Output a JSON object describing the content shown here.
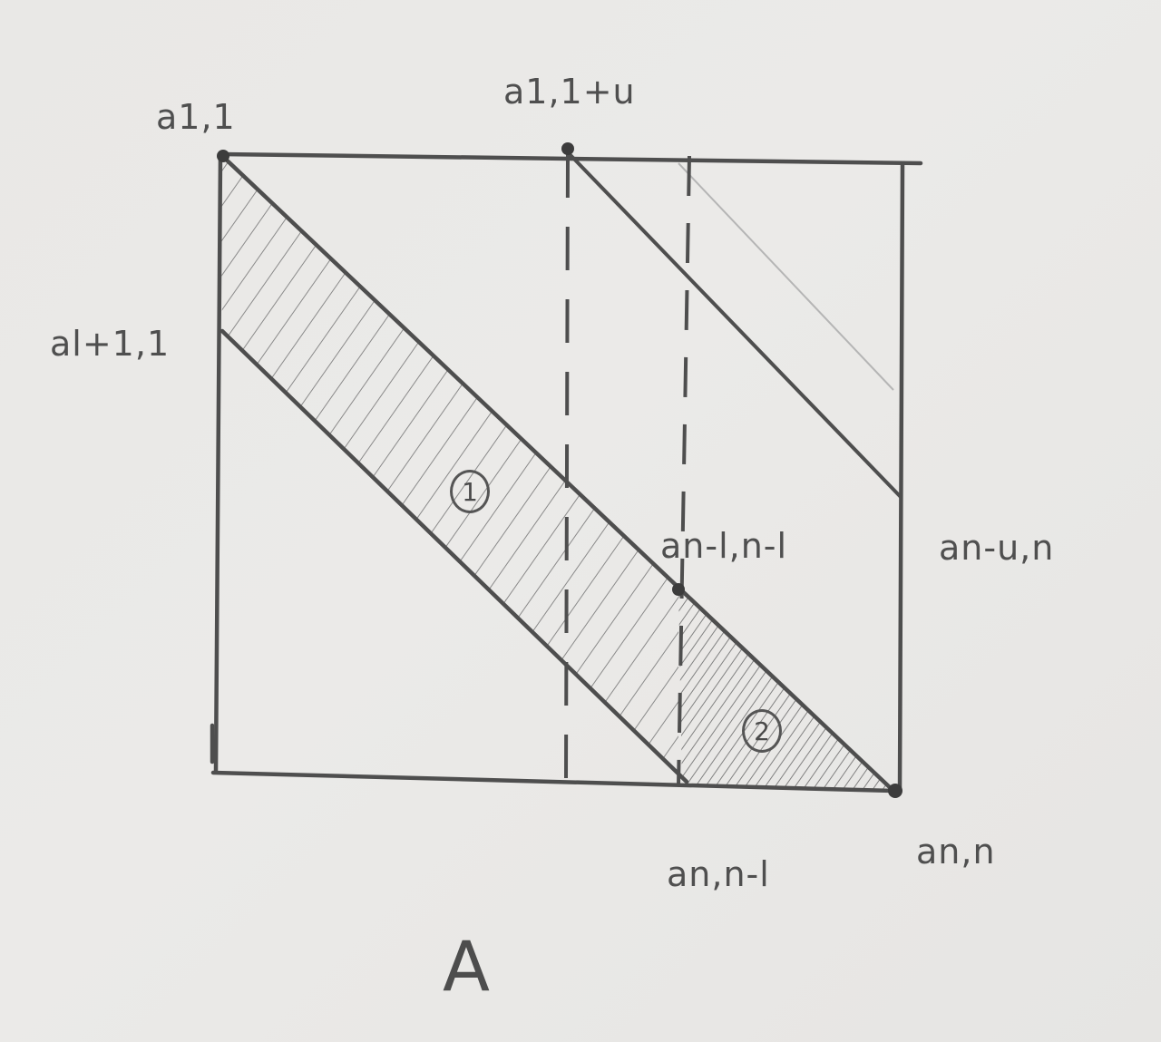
{
  "labels": {
    "top_left": "a1,1",
    "top_mid": "a1,1+u",
    "left": "al+1,1",
    "diag_point": "an-l,n-l",
    "right": "an-u,n",
    "bottom_mid": "an,n-l",
    "bottom_right": "an,n"
  },
  "regions": {
    "one": "1",
    "two": "2"
  },
  "matrix_name": "A",
  "colors": {
    "stroke": "#4e4e4e",
    "hatch": "#7a7a7a",
    "paper": "#e9e8e6"
  }
}
